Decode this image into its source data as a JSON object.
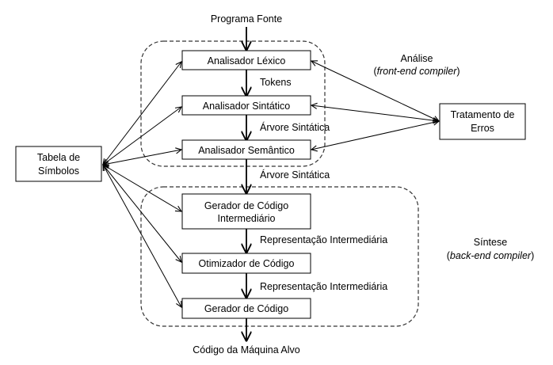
{
  "diagram": {
    "title": "Compiler phases",
    "input_label": "Programa Fonte",
    "output_label": "Código da Máquina Alvo",
    "regions": {
      "analysis": {
        "title": "Análise",
        "subtitle": "front-end compiler"
      },
      "synthesis": {
        "title": "Síntese",
        "subtitle": "back-end compiler"
      }
    },
    "phases": [
      {
        "id": "lexico",
        "lines": [
          "Analisador Léxico"
        ]
      },
      {
        "id": "sintatico",
        "lines": [
          "Analisador Sintático"
        ]
      },
      {
        "id": "semantico",
        "lines": [
          "Analisador Semântico"
        ]
      },
      {
        "id": "gci",
        "lines": [
          "Gerador de Código",
          "Intermediário"
        ]
      },
      {
        "id": "otimizador",
        "lines": [
          "Otimizador de Código"
        ]
      },
      {
        "id": "gerador",
        "lines": [
          "Gerador de Código"
        ]
      }
    ],
    "flow_labels": [
      "Tokens",
      "Árvore Sintática",
      "Árvore Sintática",
      "Representação Intermediária",
      "Representação Intermediária"
    ],
    "side_nodes": {
      "symbol_table": {
        "lines": [
          "Tabela de",
          "Símbolos"
        ]
      },
      "error_handler": {
        "lines": [
          "Tratamento de",
          "Erros"
        ]
      }
    }
  }
}
